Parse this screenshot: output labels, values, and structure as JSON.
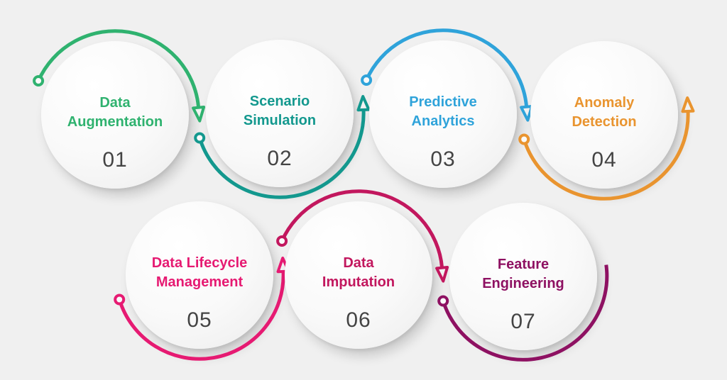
{
  "styles": {
    "background": "#f0f0f0",
    "number_color": "#444444"
  },
  "items": [
    {
      "number": "01",
      "line1": "Data",
      "line2": "Augmentation",
      "color": "#2fb26f"
    },
    {
      "number": "02",
      "line1": "Scenario",
      "line2": "Simulation",
      "color": "#13988e"
    },
    {
      "number": "03",
      "line1": "Predictive",
      "line2": "Analytics",
      "color": "#2fa3da"
    },
    {
      "number": "04",
      "line1": "Anomaly",
      "line2": "Detection",
      "color": "#e9942f"
    },
    {
      "number": "05",
      "line1": "Data Lifecycle",
      "line2": "Management",
      "color": "#e61a72"
    },
    {
      "number": "06",
      "line1": "Data",
      "line2": "Imputation",
      "color": "#c2175e"
    },
    {
      "number": "07",
      "line1": "Feature",
      "line2": "Engineering",
      "color": "#8e1162"
    }
  ]
}
